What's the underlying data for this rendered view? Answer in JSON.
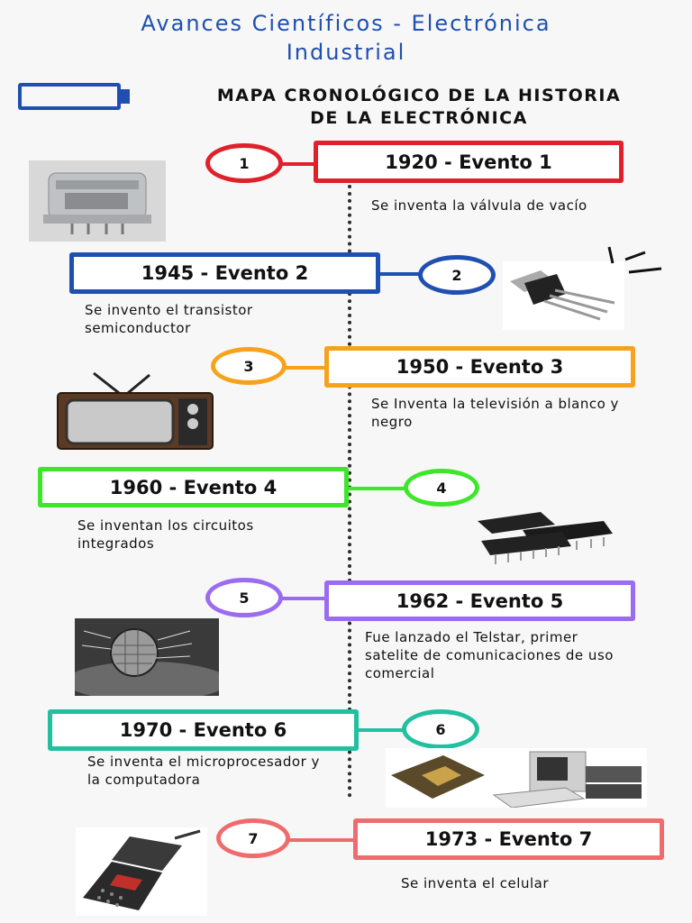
{
  "header": {
    "title_line1": "Avances Científicos - Electrónica",
    "title_line2": "Industrial",
    "subtitle_line1": "MAPA CRONOLÓGICO DE LA HISTORIA",
    "subtitle_line2": "DE LA ELECTRÓNICA"
  },
  "colors": {
    "title_blue": "#1f4fb0",
    "event1": "#e0202a",
    "event2": "#1f4fb0",
    "event3": "#f7a21b",
    "event4": "#3ee62b",
    "event5": "#9a6cf0",
    "event6": "#21c0a0",
    "event7": "#f06b6b"
  },
  "events": [
    {
      "number": "1",
      "label": "1920 - Evento 1",
      "desc": "Se inventa la válvula de vacío",
      "icon": "vacuum-tube-image"
    },
    {
      "number": "2",
      "label": "1945 - Evento 2",
      "desc": "Se invento el transistor semiconductor",
      "icon": "transistor-image"
    },
    {
      "number": "3",
      "label": "1950 - Evento 3",
      "desc": "Se Inventa la televisión a blanco y negro",
      "icon": "television-image"
    },
    {
      "number": "4",
      "label": "1960 - Evento 4",
      "desc": "Se inventan los circuitos integrados",
      "icon": "integrated-circuit-image"
    },
    {
      "number": "5",
      "label": "1962 - Evento 5",
      "desc": "Fue lanzado el Telstar, primer satelite de comunicaciones de uso comercial",
      "icon": "telstar-satellite-image"
    },
    {
      "number": "6",
      "label": "1970 - Evento 6",
      "desc": "Se inventa el microprocesador y la computadora",
      "icon": "microprocessor-computer-image"
    },
    {
      "number": "7",
      "label": "1973 - Evento 7",
      "desc": "Se inventa el celular",
      "icon": "cellphone-image"
    }
  ]
}
